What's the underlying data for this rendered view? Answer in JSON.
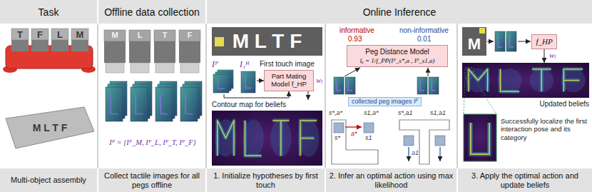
{
  "diagram": {
    "nodes": [
      {
        "text": [
          "Task"
        ]
      },
      {
        "text": [
          "Offline data collection"
        ]
      },
      {
        "text": [
          "Online Inference"
        ]
      },
      {
        "text": [
          "Iᴾ"
        ]
      },
      {
        "text": [
          "I₁ᴴ"
        ]
      },
      {
        "text": [
          "Part Mating Model f_HP"
        ]
      },
      {
        "text": [
          "Contour map for beliefs"
        ]
      },
      {
        "text": [
          "Peg Distance Model",
          "lₐ = 1/f_PP(Iᴾ_s*,a , Iᴾ_s1,a)"
        ]
      },
      {
        "text": [
          "f_HP"
        ]
      },
      {
        "text": [
          "Updated beliefs"
        ]
      },
      {
        "text": [
          "Multi-object assembly"
        ]
      },
      {
        "text": [
          "Collect tactile images for all pegs offline"
        ]
      },
      {
        "text": [
          "1. Initialize hypotheses by first touch"
        ]
      },
      {
        "text": [
          "2. Infer an optimal action using max likelihood"
        ]
      },
      {
        "text": [
          "3. Apply the optimal action and update beliefs"
        ]
      }
    ],
    "edges": [
      {
        "from": 3,
        "to": 5,
        "arrow": "to"
      },
      {
        "from": 4,
        "to": 5,
        "arrow": "to"
      },
      {
        "from": 5,
        "to": 6,
        "arrow": "to"
      },
      {
        "from": 8,
        "to": 9,
        "arrow": "to"
      }
    ],
    "labels": [
      "T",
      "F",
      "L",
      "M",
      "M L T F",
      "M",
      "L",
      "T",
      "F",
      "Iᴾ = {Iᴾ_M, Iᴾ_L, Iᴾ_T, Iᴾ_F}",
      "M L T F",
      "First touch image",
      "wₗ",
      "informative",
      "non-informative",
      "0.93",
      "0.01",
      "collected peg images Iᴾ",
      "s*,a*",
      "s1,a*",
      "s*,a1",
      "s1,a1",
      "a*",
      "a1",
      "s*",
      "s1",
      "M",
      "wₗ",
      "Successfully localize the first interaction pose and its category"
    ]
  }
}
